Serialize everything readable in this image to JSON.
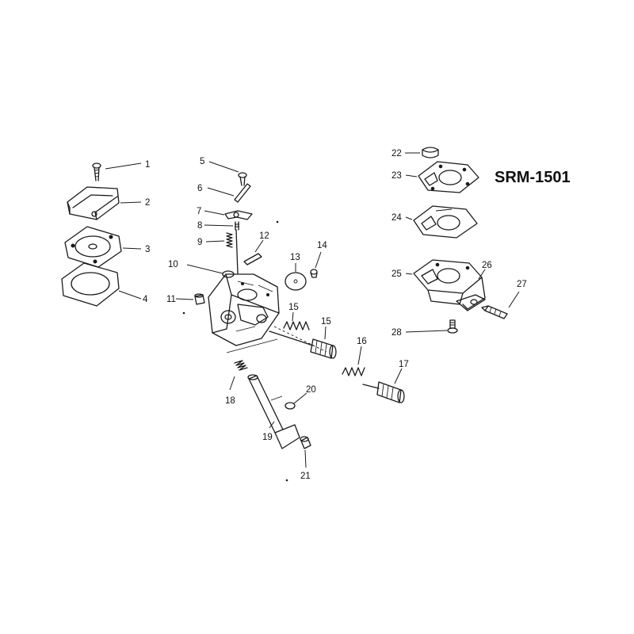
{
  "model_label": "SRM-1501",
  "callouts": [
    {
      "id": "c1",
      "text": "1"
    },
    {
      "id": "c2",
      "text": "2"
    },
    {
      "id": "c3",
      "text": "3"
    },
    {
      "id": "c4",
      "text": "4"
    },
    {
      "id": "c5",
      "text": "5"
    },
    {
      "id": "c6",
      "text": "6"
    },
    {
      "id": "c7",
      "text": "7"
    },
    {
      "id": "c8",
      "text": "8"
    },
    {
      "id": "c9",
      "text": "9"
    },
    {
      "id": "c10",
      "text": "10"
    },
    {
      "id": "c11",
      "text": "11"
    },
    {
      "id": "c12",
      "text": "12"
    },
    {
      "id": "c13",
      "text": "13"
    },
    {
      "id": "c14",
      "text": "14"
    },
    {
      "id": "c15a",
      "text": "15"
    },
    {
      "id": "c15b",
      "text": "15"
    },
    {
      "id": "c16",
      "text": "16"
    },
    {
      "id": "c17",
      "text": "17"
    },
    {
      "id": "c18",
      "text": "18"
    },
    {
      "id": "c19",
      "text": "19"
    },
    {
      "id": "c20",
      "text": "20"
    },
    {
      "id": "c21",
      "text": "21"
    },
    {
      "id": "c22",
      "text": "22"
    },
    {
      "id": "c23",
      "text": "23"
    },
    {
      "id": "c24",
      "text": "24"
    },
    {
      "id": "c25",
      "text": "25"
    },
    {
      "id": "c26",
      "text": "26"
    },
    {
      "id": "c27",
      "text": "27"
    },
    {
      "id": "c28",
      "text": "28"
    }
  ]
}
